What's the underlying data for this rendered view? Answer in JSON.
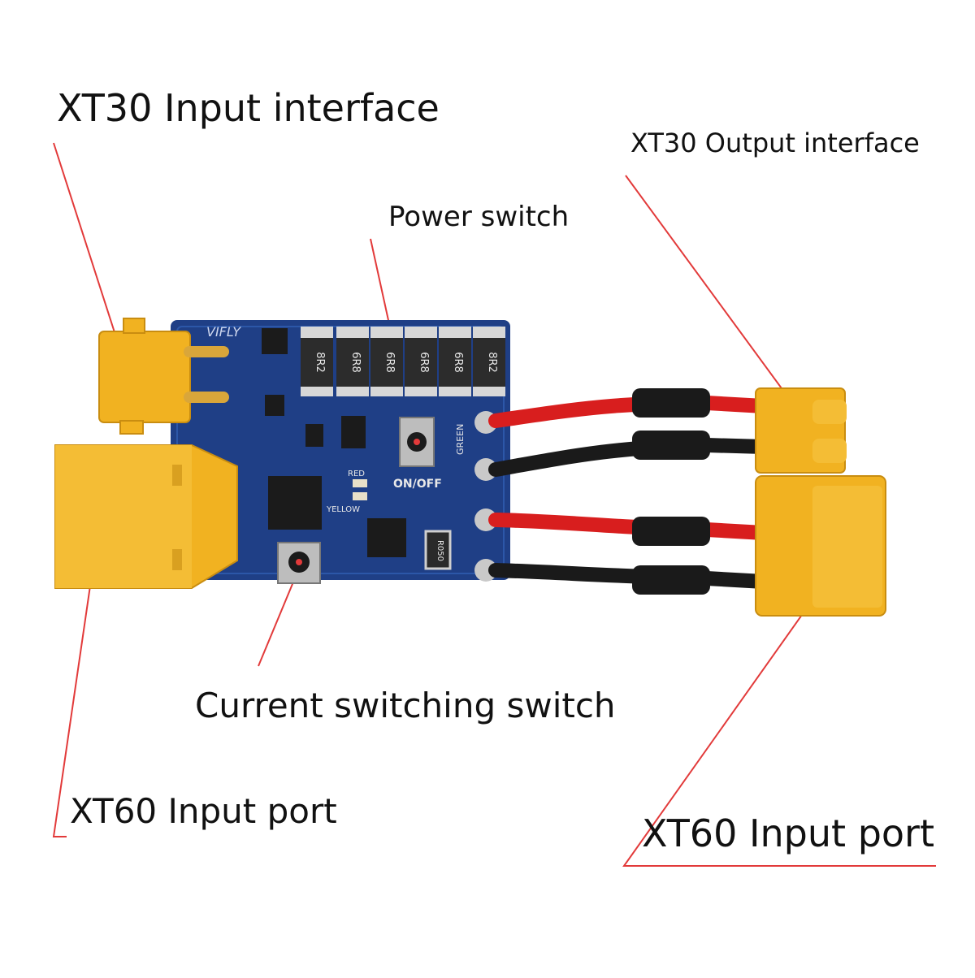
{
  "labels": {
    "xt30_input": "XT30 Input interface",
    "xt30_output": "XT30 Output interface",
    "power_switch": "Power switch",
    "current_switch": "Current switching switch",
    "xt60_input_left": "XT60 Input port",
    "xt60_input_right": "XT60 Input port"
  },
  "board": {
    "brand": "VIFLY",
    "resistors": [
      "8R2",
      "6R8",
      "6R8",
      "6R8",
      "6R8",
      "8R2"
    ],
    "led_red": "RED",
    "led_yellow": "YELLOW",
    "led_green": "GREEN",
    "on_off": "ON/OFF",
    "shunt": "R050"
  },
  "colors": {
    "pcb": "#1f3f86",
    "connector": "#f1b221",
    "leader_line": "#e23a3a",
    "wire_red": "#d81e1e",
    "wire_black": "#1a1a1a"
  }
}
